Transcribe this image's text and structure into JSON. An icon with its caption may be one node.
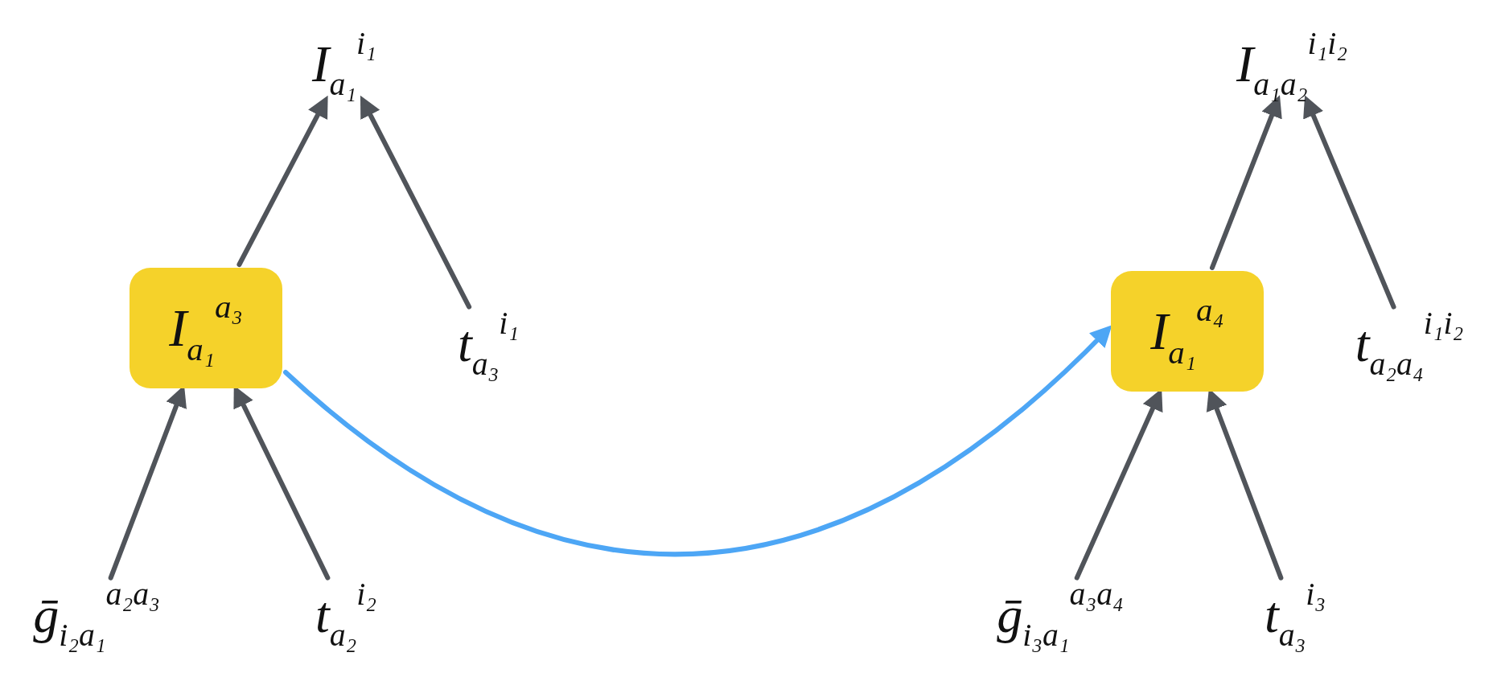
{
  "diagram": {
    "nodes": [
      {
        "text": [
          "I$_{a₁}$$^{i₁}$"
        ]
      },
      {
        "text": [
          "I$_{a₁}$$^{a₃}$"
        ]
      },
      {
        "text": [
          "t$_{a₃}$$^{i₁}$"
        ]
      },
      {
        "text": [
          "ḡ$_{i₂a₁}$$^{a₂a₃}$"
        ]
      },
      {
        "text": [
          "t$_{a₂}$$^{i₂}$"
        ]
      },
      {
        "text": [
          "I$_{a₁a₂}$$^{i₁i₂}$"
        ]
      },
      {
        "text": [
          "I$_{a₁}$$^{a₄}$"
        ]
      },
      {
        "text": [
          "t$_{a₂a₄}$$^{i₁i₂}$"
        ]
      },
      {
        "text": [
          "ḡ$_{i₃a₁}$$^{a₃a₄}$"
        ]
      },
      {
        "text": [
          "t$_{a₃}$$^{i₃}$"
        ]
      }
    ],
    "edges": [
      {
        "from": 1,
        "to": 0,
        "arrow": "to"
      },
      {
        "from": 2,
        "to": 0,
        "arrow": "to"
      },
      {
        "from": 3,
        "to": 1,
        "arrow": "to"
      },
      {
        "from": 4,
        "to": 1,
        "arrow": "to"
      },
      {
        "from": 1,
        "to": 6,
        "arrow": "to",
        "color": "#4da6f5"
      },
      {
        "from": 6,
        "to": 5,
        "arrow": "to"
      },
      {
        "from": 7,
        "to": 5,
        "arrow": "to"
      },
      {
        "from": 8,
        "to": 6,
        "arrow": "to"
      },
      {
        "from": 9,
        "to": 6,
        "arrow": "to"
      }
    ]
  }
}
